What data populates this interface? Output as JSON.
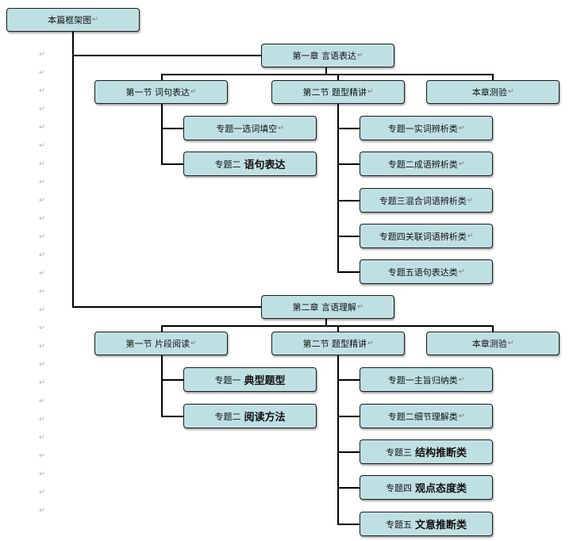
{
  "return_mark": "↵",
  "root": {
    "label": "本篇框架图"
  },
  "chapter1": {
    "title": "第一章 言语表达",
    "section1": "第一节 词句表达",
    "section2": "第二节 题型精讲",
    "test": "本章测验",
    "s1_topics": [
      {
        "prefix": "专题一",
        "name": "选词填空",
        "bold": false
      },
      {
        "prefix": "专题二",
        "name": "语句表达",
        "bold": true
      }
    ],
    "s2_topics": [
      {
        "prefix": "专题一",
        "name": "实词辨析类",
        "bold": false
      },
      {
        "prefix": "专题二",
        "name": "成语辨析类",
        "bold": false
      },
      {
        "prefix": "专题三",
        "name": "混合词语辨析类",
        "bold": false
      },
      {
        "prefix": "专题四",
        "name": "关联词语辨析类",
        "bold": false
      },
      {
        "prefix": "专题五",
        "name": "语句表达类",
        "bold": false
      }
    ]
  },
  "chapter2": {
    "title": "第二章 言语理解",
    "section1": "第一节 片段阅读",
    "section2": "第二节 题型精讲",
    "test": "本章测验",
    "s1_topics": [
      {
        "prefix": "专题一",
        "name": "典型题型",
        "bold": true
      },
      {
        "prefix": "专题二",
        "name": "阅读方法",
        "bold": true
      }
    ],
    "s2_topics": [
      {
        "prefix": "专题一",
        "name": "主旨归纳类",
        "bold": false
      },
      {
        "prefix": "专题二",
        "name": "细节理解类",
        "bold": false
      },
      {
        "prefix": "专题三",
        "name": "结构推断类",
        "bold": true
      },
      {
        "prefix": "专题四",
        "name": "观点态度类",
        "bold": true
      },
      {
        "prefix": "专题五",
        "name": "文意推断类",
        "bold": true
      }
    ]
  }
}
